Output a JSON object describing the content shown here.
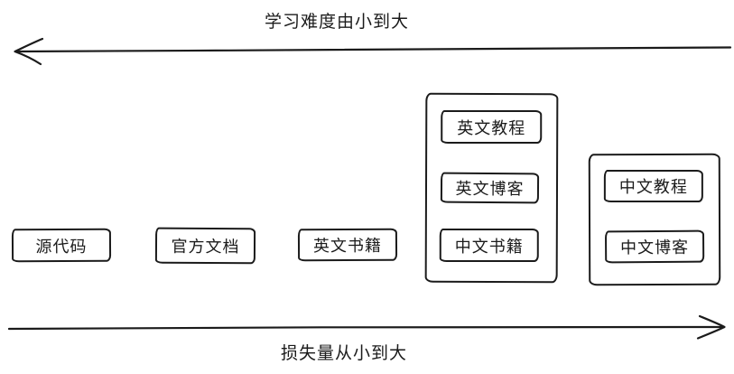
{
  "diagram": {
    "colors": {
      "stroke": "#1b1b1b",
      "background": "#ffffff"
    },
    "axes": {
      "top": {
        "label": "学习难度由小到大",
        "direction": "left"
      },
      "bottom": {
        "label": "损失量从小到大",
        "direction": "right"
      }
    },
    "boxes": [
      {
        "label": "源代码"
      },
      {
        "label": "官方文档"
      },
      {
        "label": "英文书籍"
      }
    ],
    "groups": [
      {
        "items": [
          {
            "label": "英文教程"
          },
          {
            "label": "英文博客"
          },
          {
            "label": "中文书籍"
          }
        ]
      },
      {
        "items": [
          {
            "label": "中文教程"
          },
          {
            "label": "中文博客"
          }
        ]
      }
    ]
  }
}
